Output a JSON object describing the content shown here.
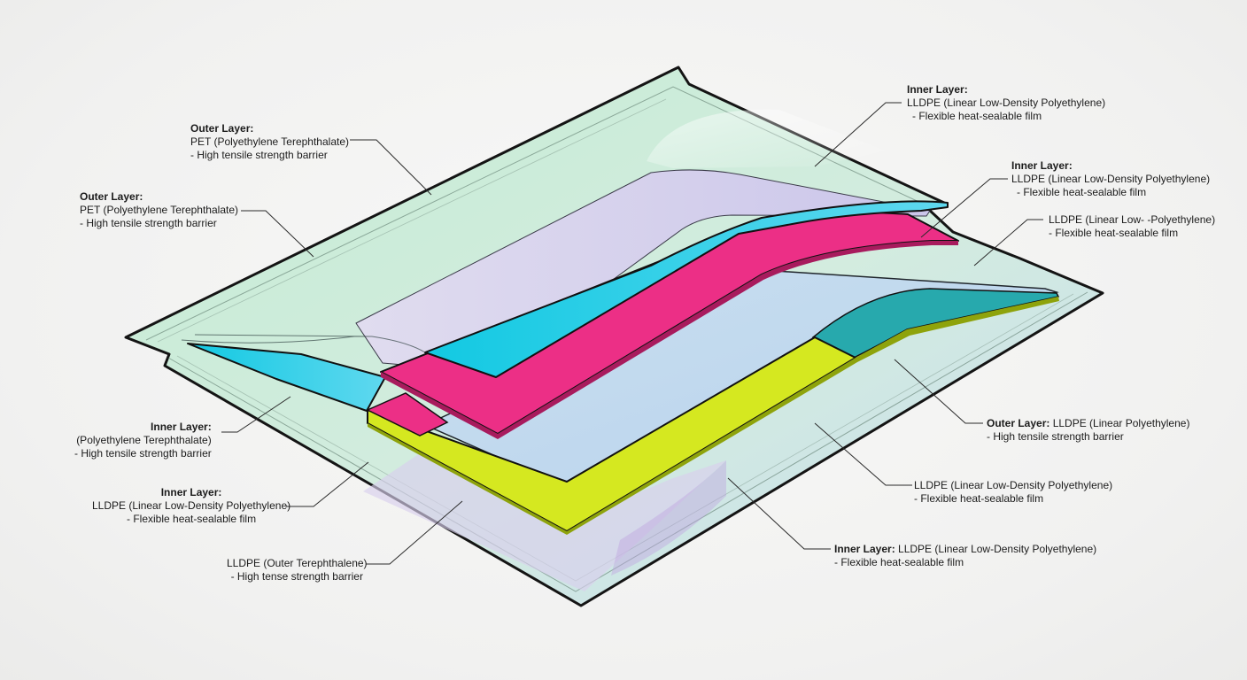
{
  "palette": {
    "outer_film": "#c9ecd6",
    "lilac_film": "#d5cfea",
    "blue_film": "#c6dcec",
    "cyan_strip": "#1fd0e6",
    "magenta_strip": "#ec2f86",
    "yellow_strip": "#d4e820",
    "teal_strip": "#27a9ad",
    "outline": "#161616"
  },
  "callouts": [
    {
      "id": "c1",
      "head": "Outer Layer:",
      "lines": [
        "PET (Polyethylene Terephthalate)",
        "- High tensile strength barrier"
      ]
    },
    {
      "id": "c2",
      "head": "Outer Layer:",
      "lines": [
        "PET (Polyethylene Terephthalate)",
        "- High tensile strength barrier"
      ]
    },
    {
      "id": "c3",
      "head": "Inner Layer:",
      "lines": [
        "(Polyethylene Terephthalate)",
        "- High tensile strength barrier"
      ]
    },
    {
      "id": "c4",
      "head": "Inner Layer:",
      "lines": [
        "LLDPE (Linear Low-Density Polyethylene)",
        "- Flexible heat-sealable film"
      ]
    },
    {
      "id": "c5",
      "head": "",
      "lines": [
        "LLDPE (Outer Terephthalene)",
        "- High tense strength barrier"
      ]
    },
    {
      "id": "c6",
      "head": "Inner Layer:",
      "lines": [
        "LLDPE (Linear Low-Density Polyethylene)",
        "- Flexible heat-sealable film"
      ]
    },
    {
      "id": "c7",
      "head": "Inner Layer:",
      "lines": [
        "LLDPE (Linear Low-Density Polyethylene)",
        "- Flexible heat-sealable film"
      ]
    },
    {
      "id": "c8",
      "head": "",
      "lines": [
        "LLDPE (Linear Low- -Polyethylene)",
        "- Flexible heat-sealable film"
      ]
    },
    {
      "id": "c9",
      "head_inline": "Outer Layer:",
      "first_rest": " LLDPE (Linear Polyethylene)",
      "lines": [
        "- High tensile strength barrier"
      ]
    },
    {
      "id": "c10",
      "head": "",
      "lines": [
        "LLDPE (Linear Low-Density Polyethylene)",
        "- Flexible heat-sealable film"
      ]
    },
    {
      "id": "c11",
      "head_inline": "Inner Layer:",
      "first_rest": " LLDPE (Linear Low-Density Polyethylene)",
      "lines": [
        "- Flexible heat-sealable film"
      ]
    }
  ]
}
